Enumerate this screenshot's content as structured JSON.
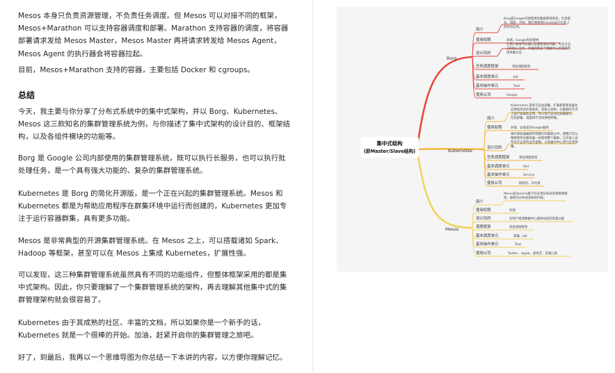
{
  "article": {
    "p1": "Mesos 本身只负责资源管理，不负责任务调度。但 Mesos 可以对接不同的框架，Mesos+Marathon 可以支持容器调度和部署。Marathon 支持容器的调度，将容器部署请求发给 Mesos Master，Mesos Master 再将请求转发给 Mesos Agent，Mesos Agent 的执行器会将容器拉起。",
    "p2": "目前，Mesos+Marathon 支持的容器，主要包括 Docker 和 cgroups。",
    "summary_heading": "总结",
    "p3": "今天，我主要与你分享了分布式系统中的集中式架构，并以 Borg、Kubernetes、Mesos 这三款知名的集群管理系统为例，与你描述了集中式架构的设计目的、框架结构，以及各组件模块的功能等。",
    "p4": "Borg 是 Google 公司内部使用的集群管理系统，既可以执行长服务，也可以执行批处理任务，是一个具有强大功能的、复杂的集群管理系统。",
    "p5": "Kubernetes 是 Borg 的简化开源版，是一个正在兴起的集群管理系统。Mesos 和 Kubernetes 都是为帮助应用程序在群集环境中运行而创建的，Kubernetes 更加专注于运行容器群集，具有更多功能。",
    "p6": "Mesos 是非常典型的开源集群管理系统。在 Mesos 之上，可以搭载诸如 Spark、Hadoop 等框架，甚至可以在 Mesos 上集成 Kubernetes，扩展性强。",
    "p7": "可以发现，这三种集群管理系统虽然具有不同的功能组件，但整体框架采用的都是集中式架构。因此，你只要理解了一个集群管理系统的架构，再去理解其他集中式的集群管理架构就会很容易了。",
    "p8": "Kubernetes 由于其成熟的社区、丰富的文档，所以如果你是一个新手的话，Kubernetes 就是一个很棒的开始。加油，赶紧开启你的集群管理之旅吧。",
    "p9": "好了，到最后，我再以一个思维导图为你总结一下本讲的内容，以方便你理解记忆。"
  },
  "mindmap": {
    "center_title": "集中式结构",
    "center_sub": "(即Master/Slave结构)",
    "colors": {
      "borg": "#e8473b",
      "k8s": "#f3b73a",
      "mesos": "#f4d35e"
    },
    "borg": {
      "name": "Borg",
      "jianjie": "简介",
      "jianjie_v1": "Borg是Google内部使用的集群管理系统，负责接",
      "jianjie_v2": "文、调度、开始、重启和管理Google运行在其上",
      "jianjie_v3": "的所有应用。",
      "shiyong": "使用权限",
      "shiyong_v": "闭源，Google内部使用",
      "sheji": "设计目的",
      "sheji_v1": "让用户能够不必操心资源管理的问题，专注于自",
      "sheji_v2": "己的核心业务，并做到跨多个数据中心的资源利",
      "sheji_v3": "用率最大化",
      "renwu": "任务调度框架",
      "renwu_v": "单层调度框架",
      "diaodu": "基本调度单元",
      "diaodu_v": "Job",
      "caozuo": "基本操作单元",
      "caozuo_v": "Task",
      "gongsi": "使用公司",
      "gongsi_v": "Google"
    },
    "k8s": {
      "name": "Kubernetes",
      "jianjie": "简介",
      "jianjie_v1": "Kubernetes 是用于自动部署、扩展和管理容器化",
      "jianjie_v2": "应用程序的开源系统，其核心思想，在集群的节点",
      "jianjie_v3": "上运行容器化应用，可以进行自动化容器操作，",
      "jianjie_v4": "包括部署、调度和节点间弹性伸缩。",
      "shiyong": "使用权限",
      "shiyong_v": "开源，必须支持Google服务",
      "sheji": "设计目的",
      "sheji_v1": "将开源容器编排带到我们的集群之中，使我们可以",
      "sheji_v2": "像管理单台服务器一样管理整个集群，让开发人员",
      "sheji_v3": "专注于自身的业务逻辑，以容器为中心进行应用部",
      "sheji_v4": "署。",
      "renwu": "任务调度框架",
      "renwu_v": "单层调度框架",
      "diaodu": "基本调度单元",
      "diaodu_v": "Pod",
      "caozuo": "基本操作单元",
      "caozuo_v": "Service",
      "gongsi": "使用公司",
      "gongsi_v": "网易云、华为等"
    },
    "mesos": {
      "name": "Mesos",
      "jianjie": "简介",
      "jianjie_v1": "Mesos是Apache旗下的开源分布式资源管理框",
      "jianjie_v2": "架，被称为分布式系统的内核。",
      "shiyong": "使用权限",
      "shiyong_v": "开源",
      "sheji": "设计目的",
      "sheji_v": "为用户搭建数据中心提供动态的资源分配",
      "renwu": "调度框架",
      "renwu_v": "双层调度框架",
      "diaodu": "基本调度单元",
      "diaodu_v": "容器、Job",
      "caozuo": "基本操作单元",
      "caozuo_v": "Task",
      "gongsi": "使用公司",
      "gongsi_v": "Twitter、Apple、爱奇艺、去哪儿等"
    }
  }
}
